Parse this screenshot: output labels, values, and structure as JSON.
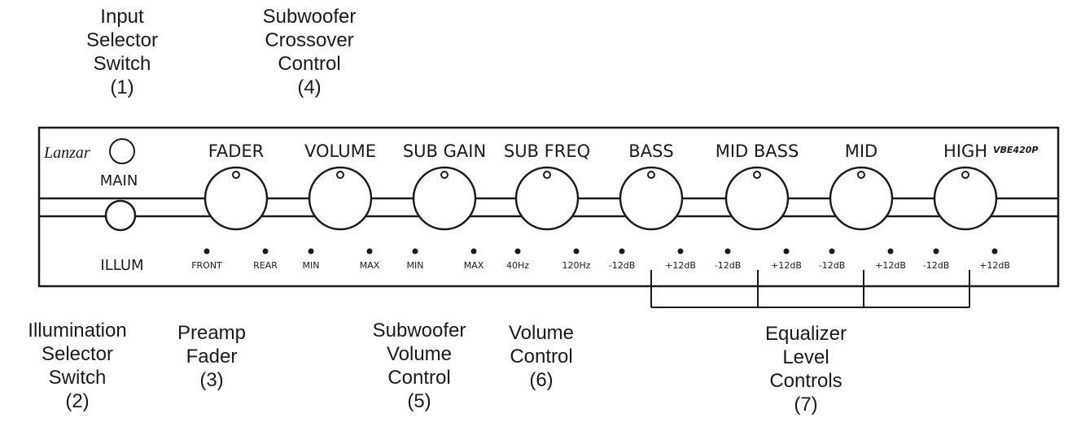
{
  "panel": {
    "brand": "Lanzar",
    "model": "VBE420P",
    "main_label": "MAIN",
    "illum_label": "ILLUM",
    "knobs": [
      {
        "id": "fader",
        "label": "FADER",
        "min": "FRONT",
        "max": "REAR"
      },
      {
        "id": "volume",
        "label": "VOLUME",
        "min": "MIN",
        "max": "MAX"
      },
      {
        "id": "sub-gain",
        "label": "SUB GAIN",
        "min": "MIN",
        "max": "MAX"
      },
      {
        "id": "sub-freq",
        "label": "SUB FREQ",
        "min": "40Hz",
        "max": "120Hz"
      },
      {
        "id": "bass",
        "label": "BASS",
        "min": "-12dB",
        "max": "+12dB"
      },
      {
        "id": "mid-bass",
        "label": "MID BASS",
        "min": "-12dB",
        "max": "+12dB"
      },
      {
        "id": "mid",
        "label": "MID",
        "min": "-12dB",
        "max": "+12dB"
      },
      {
        "id": "high",
        "label": "HIGH",
        "min": "-12dB",
        "max": "+12dB"
      }
    ]
  },
  "callouts": [
    {
      "id": "input-selector",
      "lines": [
        "Input",
        "Selector",
        "Switch",
        "(1)"
      ]
    },
    {
      "id": "subwoofer-crossover",
      "lines": [
        "Subwoofer",
        "Crossover",
        "Control",
        "(4)"
      ]
    },
    {
      "id": "illumination-selector",
      "lines": [
        "Illumination",
        "Selector",
        "Switch",
        "(2)"
      ]
    },
    {
      "id": "preamp-fader",
      "lines": [
        "Preamp",
        "Fader",
        "(3)"
      ]
    },
    {
      "id": "subwoofer-volume",
      "lines": [
        "Subwoofer",
        "Volume",
        "Control",
        "(5)"
      ]
    },
    {
      "id": "volume-control",
      "lines": [
        "Volume",
        "Control",
        "(6)"
      ]
    },
    {
      "id": "equalizer-level",
      "lines": [
        "Equalizer",
        "Level",
        "Controls",
        "(7)"
      ]
    }
  ]
}
